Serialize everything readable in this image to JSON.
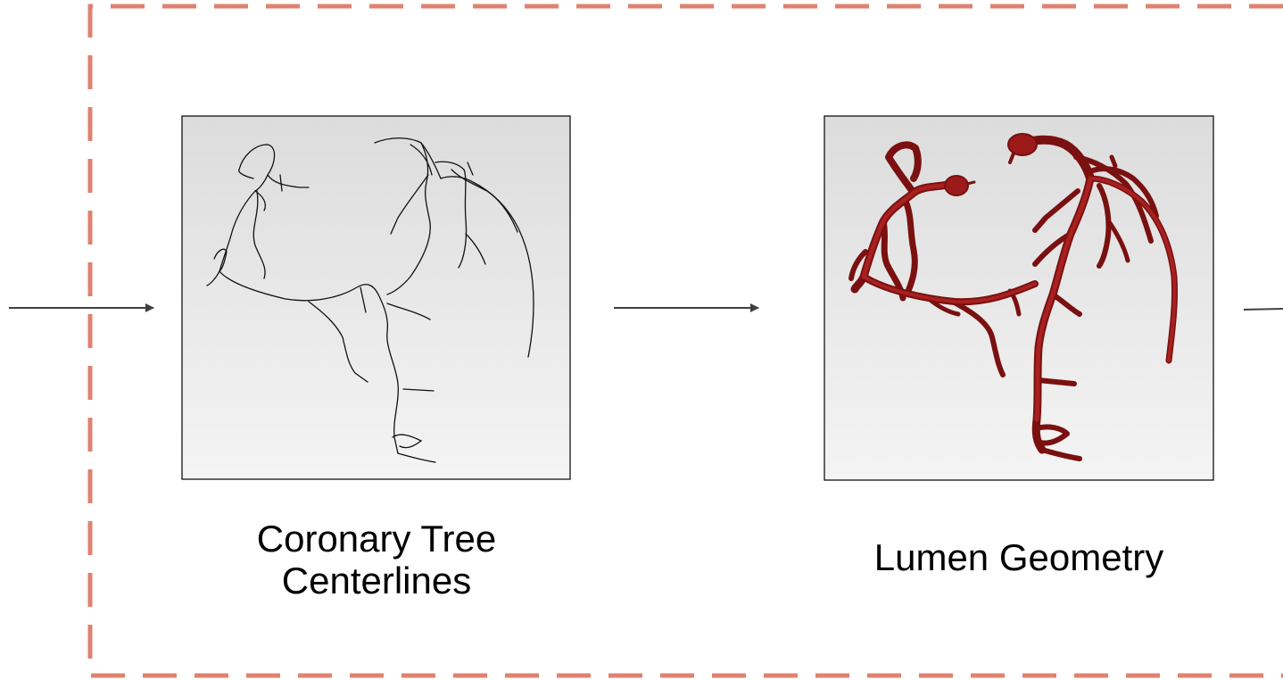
{
  "panels": [
    {
      "id": "centerlines",
      "label_lines": [
        "Coronary Tree",
        "Centerlines"
      ]
    },
    {
      "id": "lumen",
      "label_lines": [
        "Lumen Geometry"
      ]
    }
  ],
  "colors": {
    "dashed_border": "#df8270",
    "arrow": "#404040",
    "panel_border": "#000000",
    "panel_bg_top": "#dcdcdc",
    "panel_bg_bottom": "#f4f4f4",
    "centerline": "#111111",
    "vessel": "#a01c1c",
    "vessel_dark": "#7a1010"
  },
  "icons": [
    "arrow-right-icon",
    "centerlines-image",
    "lumen-geometry-image"
  ]
}
